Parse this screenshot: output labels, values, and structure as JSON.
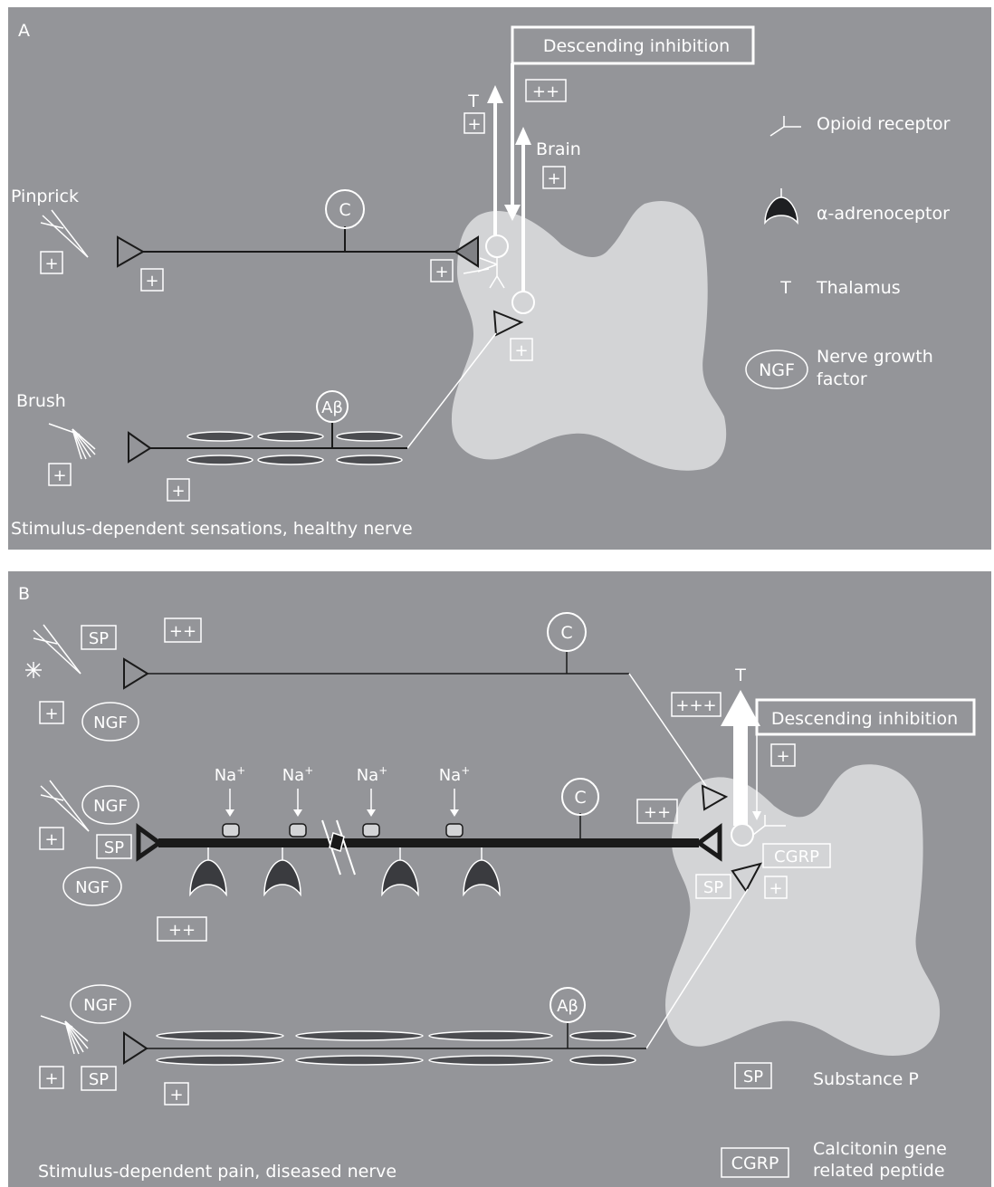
{
  "panelA": {
    "letter": "A",
    "caption": "Stimulus-dependent sensations, healthy nerve",
    "descending": "Descending inhibition",
    "t_label": "T",
    "brain_label": "Brain",
    "pinprick": "Pinprick",
    "brush": "Brush",
    "c_fiber": "C",
    "ab_fiber": "Aβ",
    "plus": "+",
    "double_plus": "++"
  },
  "legend": {
    "opioid": "Opioid receptor",
    "alpha_symbol": "α",
    "alpha_text": "-adrenoceptor",
    "t_symbol": "T",
    "thalamus": "Thalamus",
    "ngf": "NGF",
    "ngf_line1": "Nerve growth",
    "ngf_line2": "factor",
    "sp": "SP",
    "sp_text": "Substance P",
    "cgrp": "CGRP",
    "cgrp_line1": "Calcitonin gene",
    "cgrp_line2": "related peptide"
  },
  "panelB": {
    "letter": "B",
    "caption": "Stimulus-dependent pain, diseased nerve",
    "descending": "Descending inhibition",
    "t_label": "T",
    "c_fiber": "C",
    "ab_fiber": "Aβ",
    "sp": "SP",
    "ngf": "NGF",
    "cgrp": "CGRP",
    "na": "Na",
    "na_sup": "+",
    "plus": "+",
    "double_plus": "++",
    "triple_plus": "+++"
  }
}
